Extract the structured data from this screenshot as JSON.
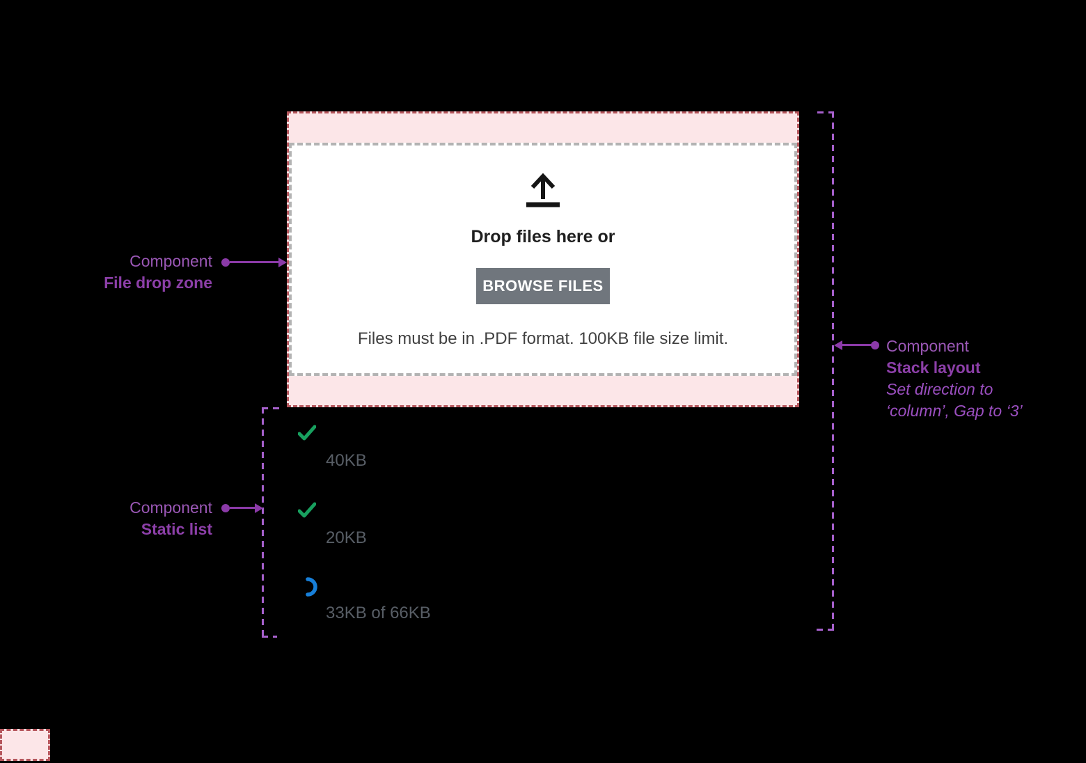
{
  "dropzone": {
    "heading": "Drop files here or",
    "button_label": "BROWSE FILES",
    "caption": "Files must be in .PDF format. 100KB file size limit."
  },
  "upload_list": {
    "items": [
      {
        "status": "complete",
        "icon": "check-icon",
        "size_label": "40KB"
      },
      {
        "status": "complete",
        "icon": "check-icon",
        "size_label": "20KB"
      },
      {
        "status": "uploading",
        "icon": "spinner-icon",
        "size_label": "33KB of 66KB"
      }
    ]
  },
  "annotations": {
    "file_drop_zone": {
      "eyebrow": "Component",
      "title": "File drop zone"
    },
    "static_list": {
      "eyebrow": "Component",
      "title": "Static list"
    },
    "stack_layout": {
      "eyebrow": "Component",
      "title": "Stack layout",
      "note_line_1": "Set direction to",
      "note_line_2": "‘column’, Gap to ‘3’"
    }
  },
  "colors": {
    "background": "#000000",
    "annotation_purple": "#8b3aa8",
    "annotation_purple_muted": "#9a57b5",
    "dashed_outline_purple": "#a660cc",
    "pink_fill": "#fce6e8",
    "red_dotted_border": "#b5565c",
    "gray_dashed_border": "#b3b3b3",
    "button_gray": "#70767d",
    "success_green": "#18a05f",
    "progress_blue": "#177fd9",
    "size_text_gray": "#585e66"
  }
}
